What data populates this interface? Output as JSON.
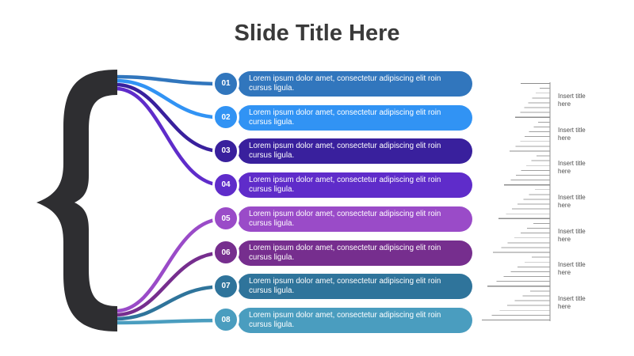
{
  "title": "Slide Title Here",
  "items": [
    {
      "number": "01",
      "text": "Lorem ipsum dolor amet, consectetur adipiscing elit roin cursus ligula.",
      "color": "#3176BD"
    },
    {
      "number": "02",
      "text": "Lorem ipsum dolor amet, consectetur adipiscing elit roin cursus ligula.",
      "color": "#3193F4"
    },
    {
      "number": "03",
      "text": "Lorem ipsum dolor amet, consectetur adipiscing elit roin cursus ligula.",
      "color": "#39209D"
    },
    {
      "number": "04",
      "text": "Lorem ipsum dolor amet, consectetur adipiscing elit roin cursus ligula.",
      "color": "#5F2CCA"
    },
    {
      "number": "05",
      "text": "Lorem ipsum dolor amet, consectetur adipiscing elit roin cursus ligula.",
      "color": "#9A4BC8"
    },
    {
      "number": "06",
      "text": "Lorem ipsum dolor amet, consectetur adipiscing elit roin cursus ligula.",
      "color": "#762E8E"
    },
    {
      "number": "07",
      "text": "Lorem ipsum dolor amet, consectetur adipiscing elit roin cursus ligula.",
      "color": "#2F749B"
    },
    {
      "number": "08",
      "text": "Lorem ipsum dolor amet, consectetur adipiscing elit roin cursus ligula.",
      "color": "#4A9DBF"
    }
  ],
  "brace": {
    "color": "#2E2E31"
  },
  "ruler": {
    "labels": [
      "Insert title here",
      "Insert title here",
      "Insert title here",
      "Insert title here",
      "Insert title here",
      "Insert title here",
      "Insert title here"
    ],
    "line_color": "#8C8C8C",
    "major_tick_color": "#8C8C8C",
    "minor_tick_color": "#A0A0A0",
    "label_color": "#4F4F4F"
  }
}
